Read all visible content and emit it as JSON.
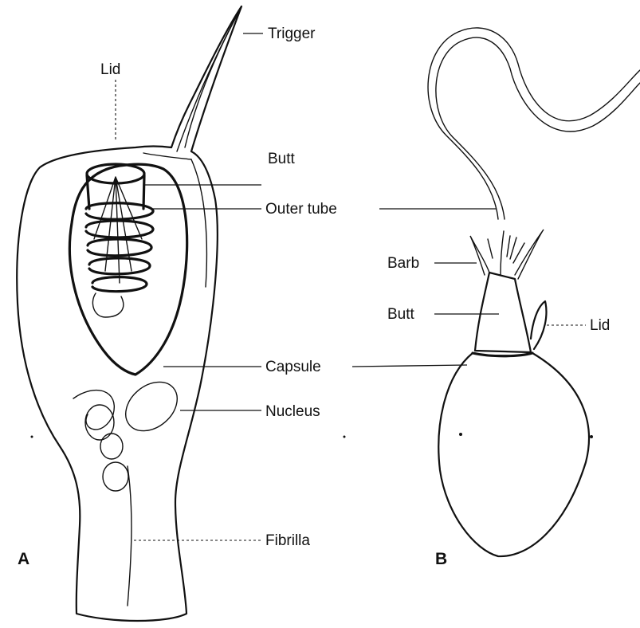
{
  "labels": {
    "trigger": "Trigger",
    "lid_a": "Lid",
    "butt_a": "Butt",
    "outer_tube": "Outer tube",
    "capsule": "Capsule",
    "nucleus": "Nucleus",
    "fibrilla": "Fibrilla",
    "barb": "Barb",
    "butt_b": "Butt",
    "lid_b": "Lid"
  },
  "panels": {
    "a": "A",
    "b": "B"
  }
}
